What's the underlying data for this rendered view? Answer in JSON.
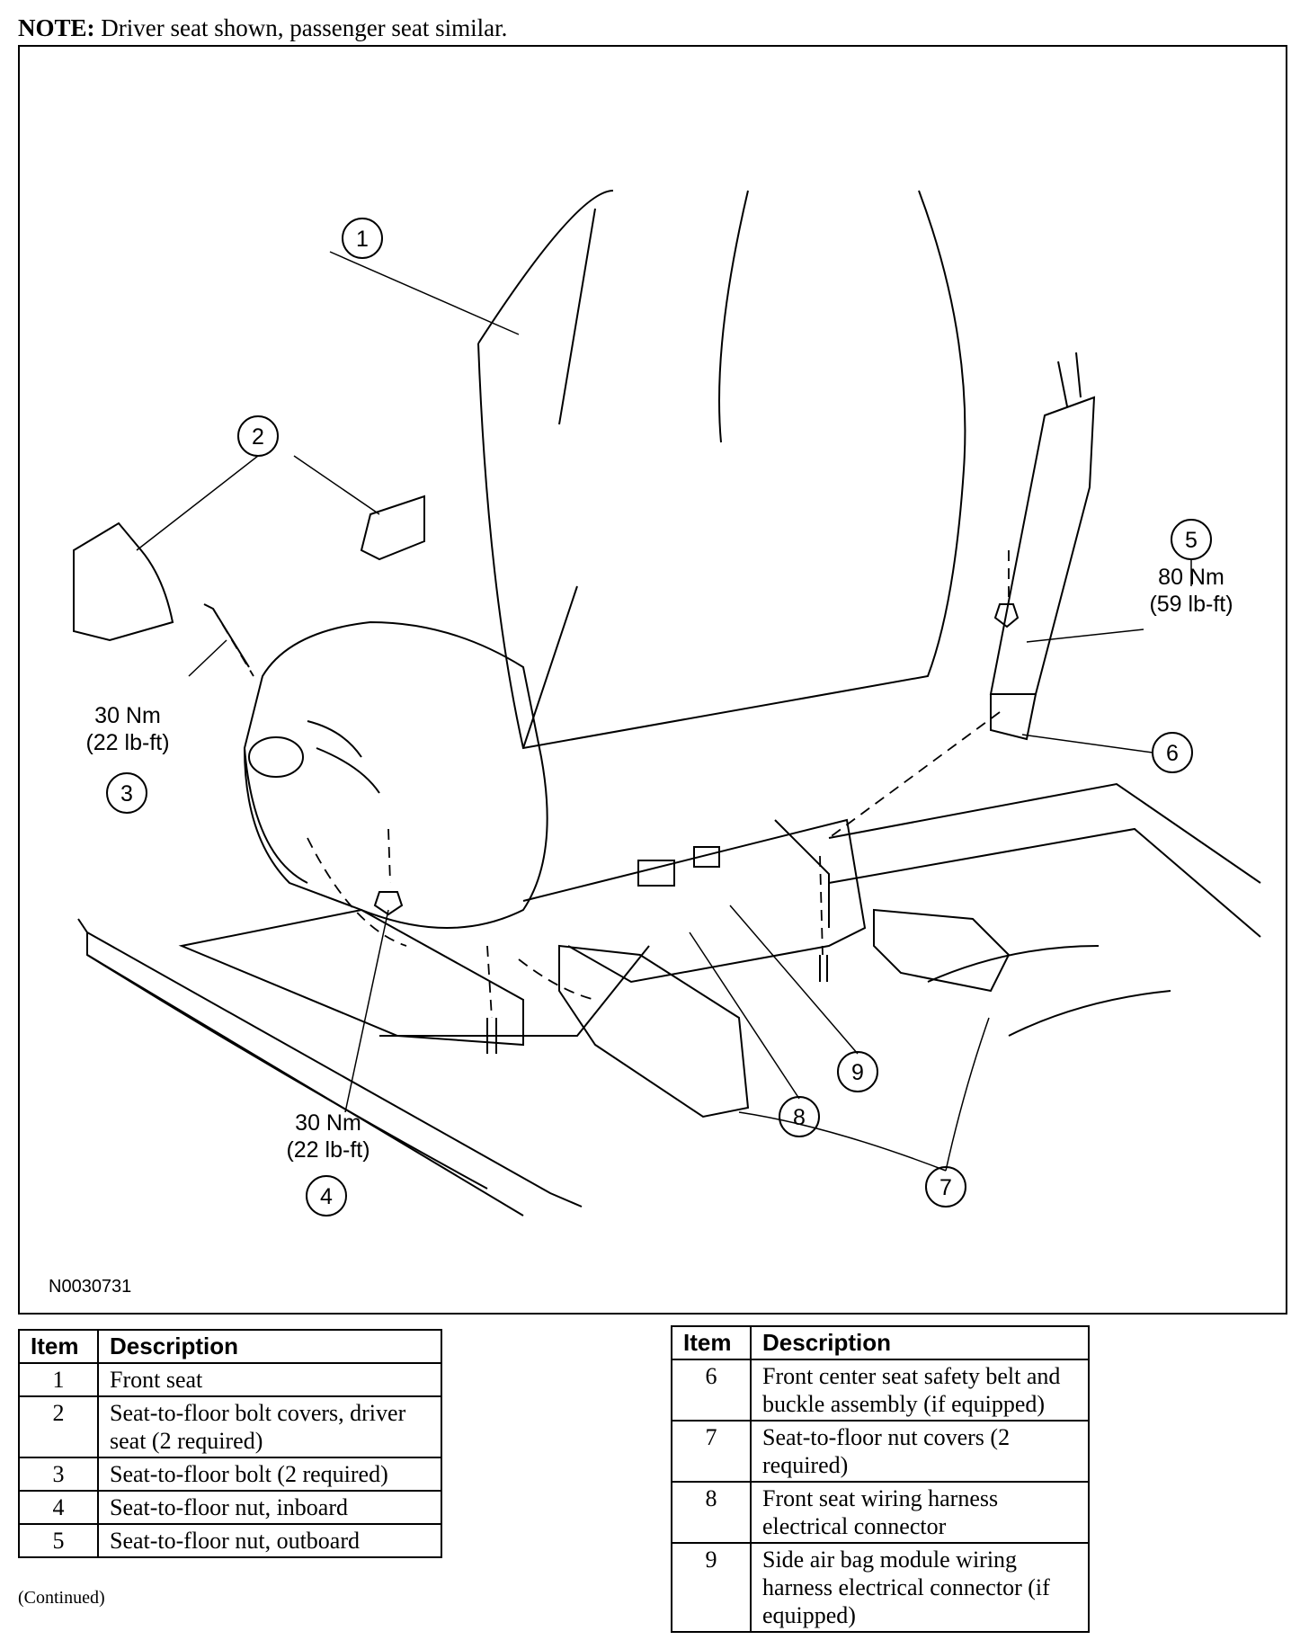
{
  "note": {
    "label": "NOTE:",
    "text": "Driver seat shown, passenger seat similar."
  },
  "figure": {
    "id": "N0030731",
    "callouts": {
      "c1": "1",
      "c2": "2",
      "c3": "3",
      "c4": "4",
      "c5": "5",
      "c6": "6",
      "c7": "7",
      "c8": "8",
      "c9": "9"
    },
    "torque": {
      "bolt_metric": "30 Nm",
      "bolt_imperial": "(22 lb-ft)",
      "nut_in_metric": "30 Nm",
      "nut_in_imperial": "(22 lb-ft)",
      "nut_out_metric": "80 Nm",
      "nut_out_imperial": "(59 lb-ft)"
    }
  },
  "table_left": {
    "headers": {
      "item": "Item",
      "description": "Description"
    },
    "rows": [
      {
        "item": "1",
        "description": "Front seat"
      },
      {
        "item": "2",
        "description": "Seat-to-floor bolt covers, driver seat (2 required)"
      },
      {
        "item": "3",
        "description": "Seat-to-floor bolt (2 required)"
      },
      {
        "item": "4",
        "description": "Seat-to-floor nut, inboard"
      },
      {
        "item": "5",
        "description": "Seat-to-floor nut, outboard"
      }
    ]
  },
  "table_right": {
    "headers": {
      "item": "Item",
      "description": "Description"
    },
    "rows": [
      {
        "item": "6",
        "description": "Front center seat safety belt and buckle assembly (if equipped)"
      },
      {
        "item": "7",
        "description": "Seat-to-floor nut covers (2 required)"
      },
      {
        "item": "8",
        "description": "Front seat wiring harness electrical connector"
      },
      {
        "item": "9",
        "description": "Side air bag module wiring harness electrical connector (if equipped)"
      }
    ]
  },
  "continued": "(Continued)"
}
